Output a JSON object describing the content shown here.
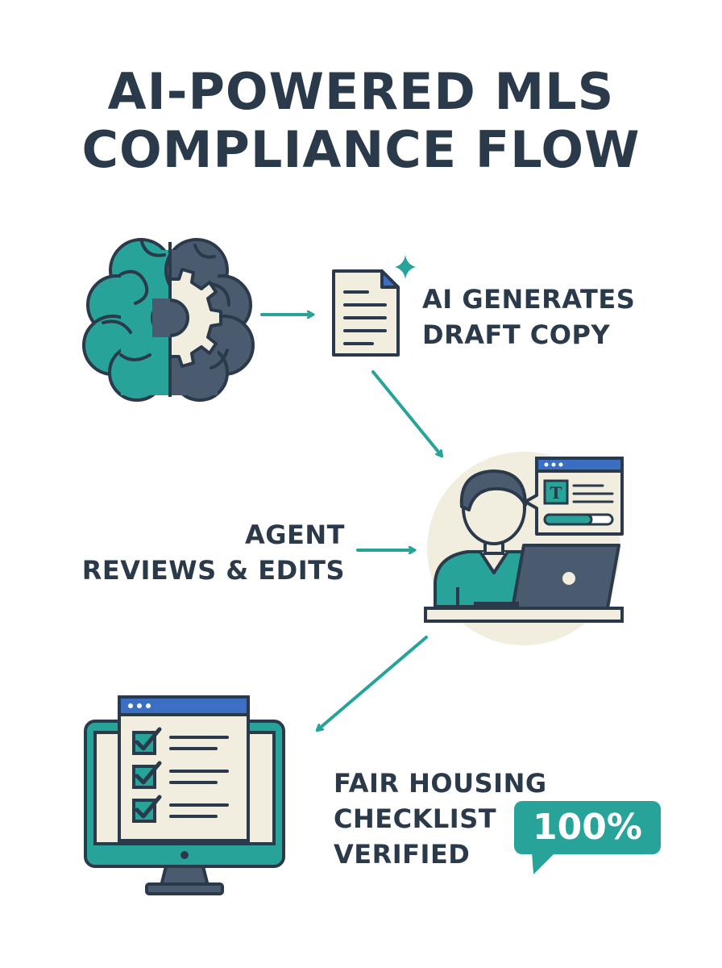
{
  "title": {
    "line1": "AI-POWERED MLS",
    "line2": "COMPLIANCE FLOW"
  },
  "steps": [
    {
      "line1": "AI GENERATES",
      "line2": "DRAFT COPY",
      "icon": "document-sparkle-icon"
    },
    {
      "line1": "AGENT",
      "line2": "REVIEWS & EDITS",
      "icon": "agent-laptop-icon"
    },
    {
      "line1": "FAIR HOUSING",
      "line2": "CHECKLIST",
      "line3": "VERIFIED",
      "icon": "monitor-checklist-icon"
    }
  ],
  "badge": {
    "value": "100%"
  },
  "editor_icon_letter": "T",
  "colors": {
    "teal": "#27a39a",
    "slate": "#4a5b70",
    "dark": "#2b3a4a",
    "cream": "#f1eee0",
    "blue": "#3a6fc4"
  }
}
